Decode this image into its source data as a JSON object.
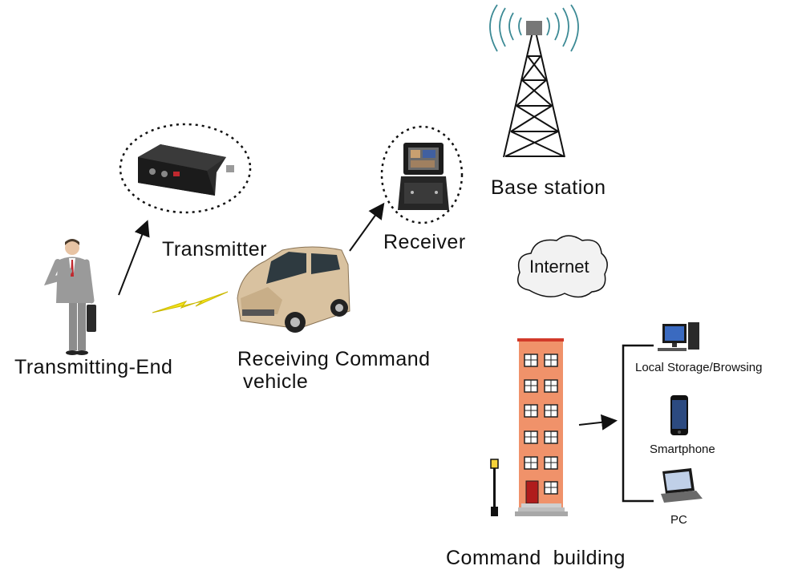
{
  "labels": {
    "transmitting_end": "Transmitting-End",
    "transmitter": "Transmitter",
    "receiving_vehicle_line1": "Receiving Command",
    "receiving_vehicle_line2": "vehicle",
    "receiver": "Receiver",
    "base_station": "Base station",
    "internet": "Internet",
    "local_storage": "Local Storage/Browsing",
    "smartphone": "Smartphone",
    "pc": "PC",
    "command_building": "Command  building"
  },
  "colors": {
    "building_fill": "#f0926a",
    "building_roof": "#d23a2a",
    "building_door": "#b01c1c",
    "car_body": "#d9c2a0",
    "lightning": "#f4e21a",
    "suit": "#9a9a9a",
    "tie": "#c0282e",
    "tower_wave": "#3c8a95"
  },
  "icons": [
    "person-icon",
    "transmitter-device-icon",
    "car-icon",
    "receiver-case-icon",
    "tower-icon",
    "cloud-icon",
    "building-icon",
    "lamp-post-icon",
    "desktop-icon",
    "smartphone-icon",
    "laptop-icon",
    "lightning-icon"
  ]
}
